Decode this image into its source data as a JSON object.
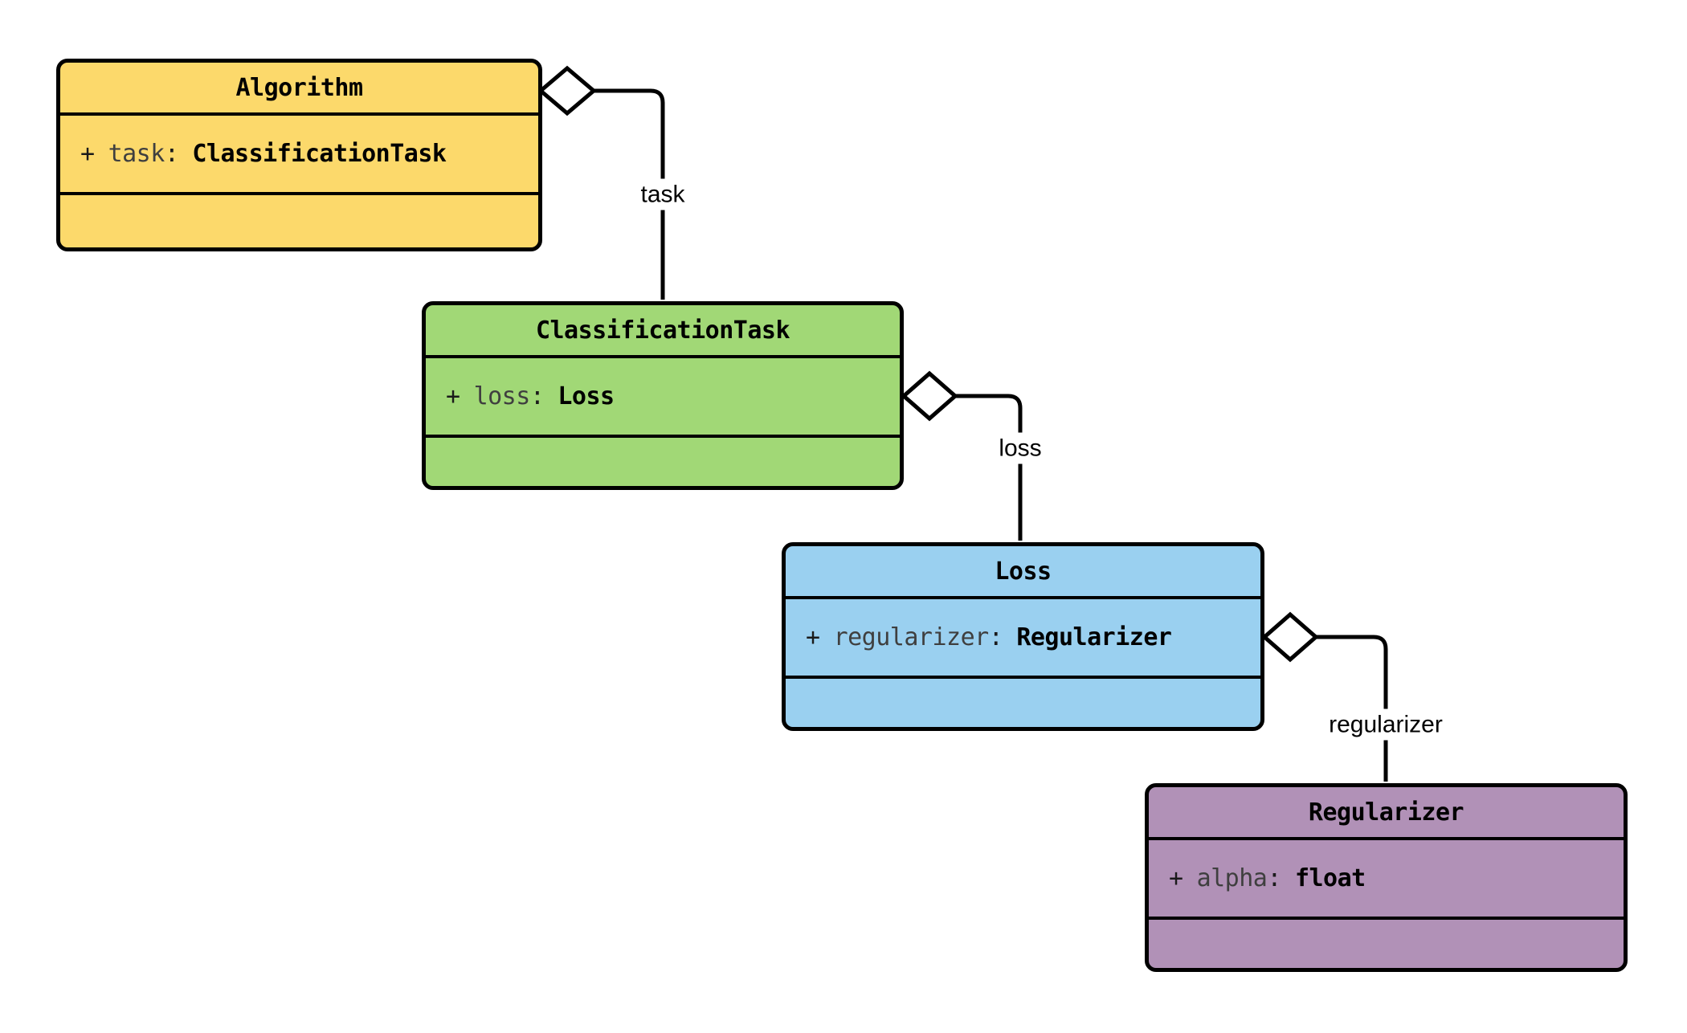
{
  "diagram": {
    "classes": [
      {
        "title": "Algorithm",
        "fill": "#FCD96B",
        "attribute": {
          "visibility": "+",
          "name": "task",
          "separator": ":",
          "type": "ClassificationTask"
        }
      },
      {
        "title": "ClassificationTask",
        "fill": "#A1D876",
        "attribute": {
          "visibility": "+",
          "name": "loss",
          "separator": ":",
          "type": "Loss"
        }
      },
      {
        "title": "Loss",
        "fill": "#9AD0F0",
        "attribute": {
          "visibility": "+",
          "name": "regularizer",
          "separator": ":",
          "type": "Regularizer"
        }
      },
      {
        "title": "Regularizer",
        "fill": "#B191B7",
        "attribute": {
          "visibility": "+",
          "name": "alpha",
          "separator": ":",
          "type": "float"
        }
      }
    ],
    "edges": [
      {
        "kind": "aggregation",
        "from": "Algorithm",
        "to": "ClassificationTask",
        "label": "task"
      },
      {
        "kind": "aggregation",
        "from": "ClassificationTask",
        "to": "Loss",
        "label": "loss"
      },
      {
        "kind": "aggregation",
        "from": "Loss",
        "to": "Regularizer",
        "label": "regularizer"
      }
    ],
    "colors": {
      "border": "#000000",
      "background": "#FFFFFF",
      "attribute_name_text": "#3F3F3F",
      "text": "#000000"
    }
  }
}
